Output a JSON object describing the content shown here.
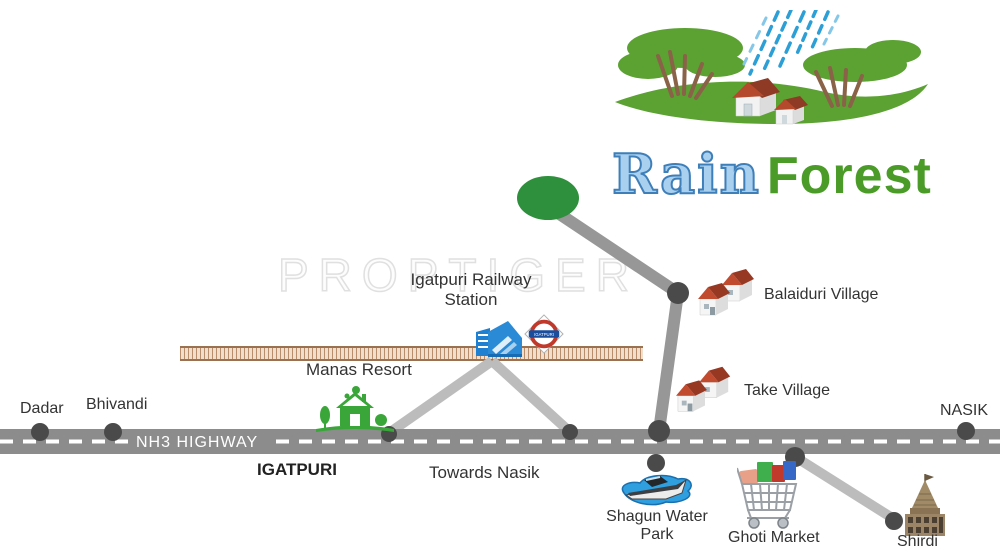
{
  "watermark": "PROPTIGER",
  "logo": {
    "word_rain": "Rain",
    "word_forest": "Forest"
  },
  "highway": {
    "label": "NH3 HIGHWAY"
  },
  "station_sign": {
    "text": "IGATPURI"
  },
  "labels": {
    "dadar": "Dadar",
    "bhivandi": "Bhivandi",
    "igatpuri_station": "Igatpuri Railway Station",
    "manas_resort": "Manas Resort",
    "igatpuri_city": "IGATPURI",
    "towards_nasik": "Towards Nasik",
    "balaiduri_village": "Balaiduri Village",
    "take_village": "Take Village",
    "shagun_water_park": "Shagun Water Park",
    "ghoti_market": "Ghoti Market",
    "shirdi": "Shirdi",
    "nasik": "NASIK"
  },
  "colors": {
    "site_marker_green": "#2e8f3c",
    "logo_forest_green": "#4a9b27",
    "logo_rain_blue": "#a9d0ef",
    "highway_gray": "#8c8c8c",
    "road_dark_gray": "#979797",
    "road_light_gray": "#bcbcbc",
    "marker_dot_gray": "#4a4a4a",
    "railway_brown": "#9a7252"
  }
}
